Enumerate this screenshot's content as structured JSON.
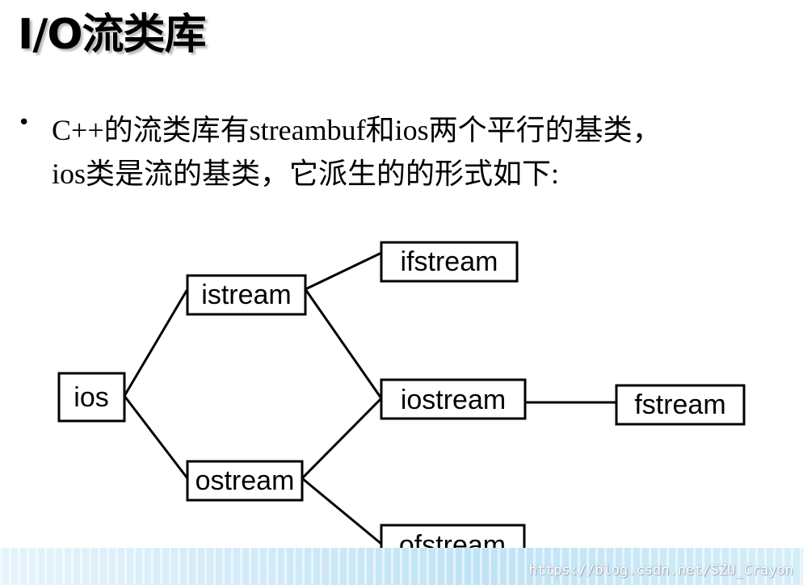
{
  "slide": {
    "title": "I/O流类库",
    "bullet_symbol": "•",
    "text_line1": "C++的流类库有streambuf和ios两个平行的基类，",
    "text_line2": "ios类是流的基类，它派生的的形式如下:"
  },
  "diagram": {
    "nodes": {
      "ios": "ios",
      "istream": "istream",
      "ostream": "ostream",
      "ifstream": "ifstream",
      "iostream": "iostream",
      "ofstream": "ofstream",
      "fstream": "fstream"
    },
    "edges": [
      [
        "ios",
        "istream"
      ],
      [
        "ios",
        "ostream"
      ],
      [
        "istream",
        "ifstream"
      ],
      [
        "istream",
        "iostream"
      ],
      [
        "ostream",
        "iostream"
      ],
      [
        "ostream",
        "ofstream"
      ],
      [
        "iostream",
        "fstream"
      ]
    ]
  },
  "watermark": "https://blog.csdn.net/SZU_Crayon"
}
